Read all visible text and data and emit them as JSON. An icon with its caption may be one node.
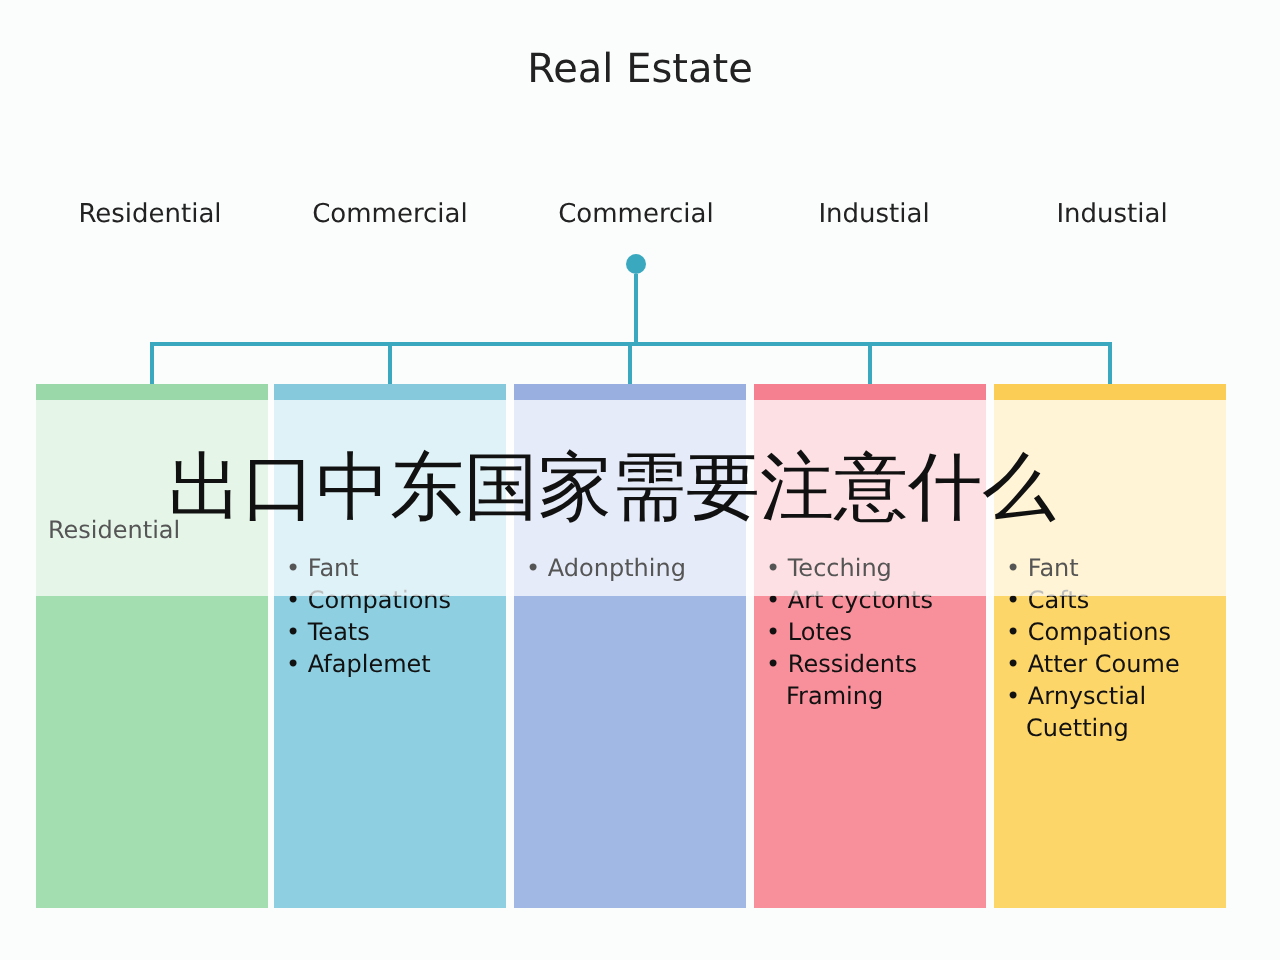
{
  "diagram": {
    "title": "Real Estate",
    "nodes": [
      {
        "text": [],
        "shape": "circle"
      },
      {
        "text": [
          "Residential"
        ]
      },
      {
        "text": [
          "• Fant",
          "• Compations",
          "• Teats",
          "• Afaplemet"
        ]
      },
      {
        "text": [
          "• Adonpthing"
        ]
      },
      {
        "text": [
          "• Tecching",
          "• Art cyctonts",
          "• Lotes",
          "• Ressidents Framing"
        ]
      },
      {
        "text": [
          "• Fant",
          "• Cafts",
          "• Compations",
          "• Atter Coume",
          "• Arnysctial Cuetting"
        ]
      }
    ],
    "edges": [
      {
        "from": 0,
        "to": 1,
        "arrow": "none"
      },
      {
        "from": 0,
        "to": 2,
        "arrow": "none"
      },
      {
        "from": 0,
        "to": 3,
        "arrow": "none"
      },
      {
        "from": 0,
        "to": 4,
        "arrow": "none"
      },
      {
        "from": 0,
        "to": 5,
        "arrow": "none"
      }
    ],
    "labels": [
      "Residential",
      "Commercial",
      "Commercial",
      "Industial",
      "Industial",
      "出口中东国家需要注意什么"
    ]
  }
}
